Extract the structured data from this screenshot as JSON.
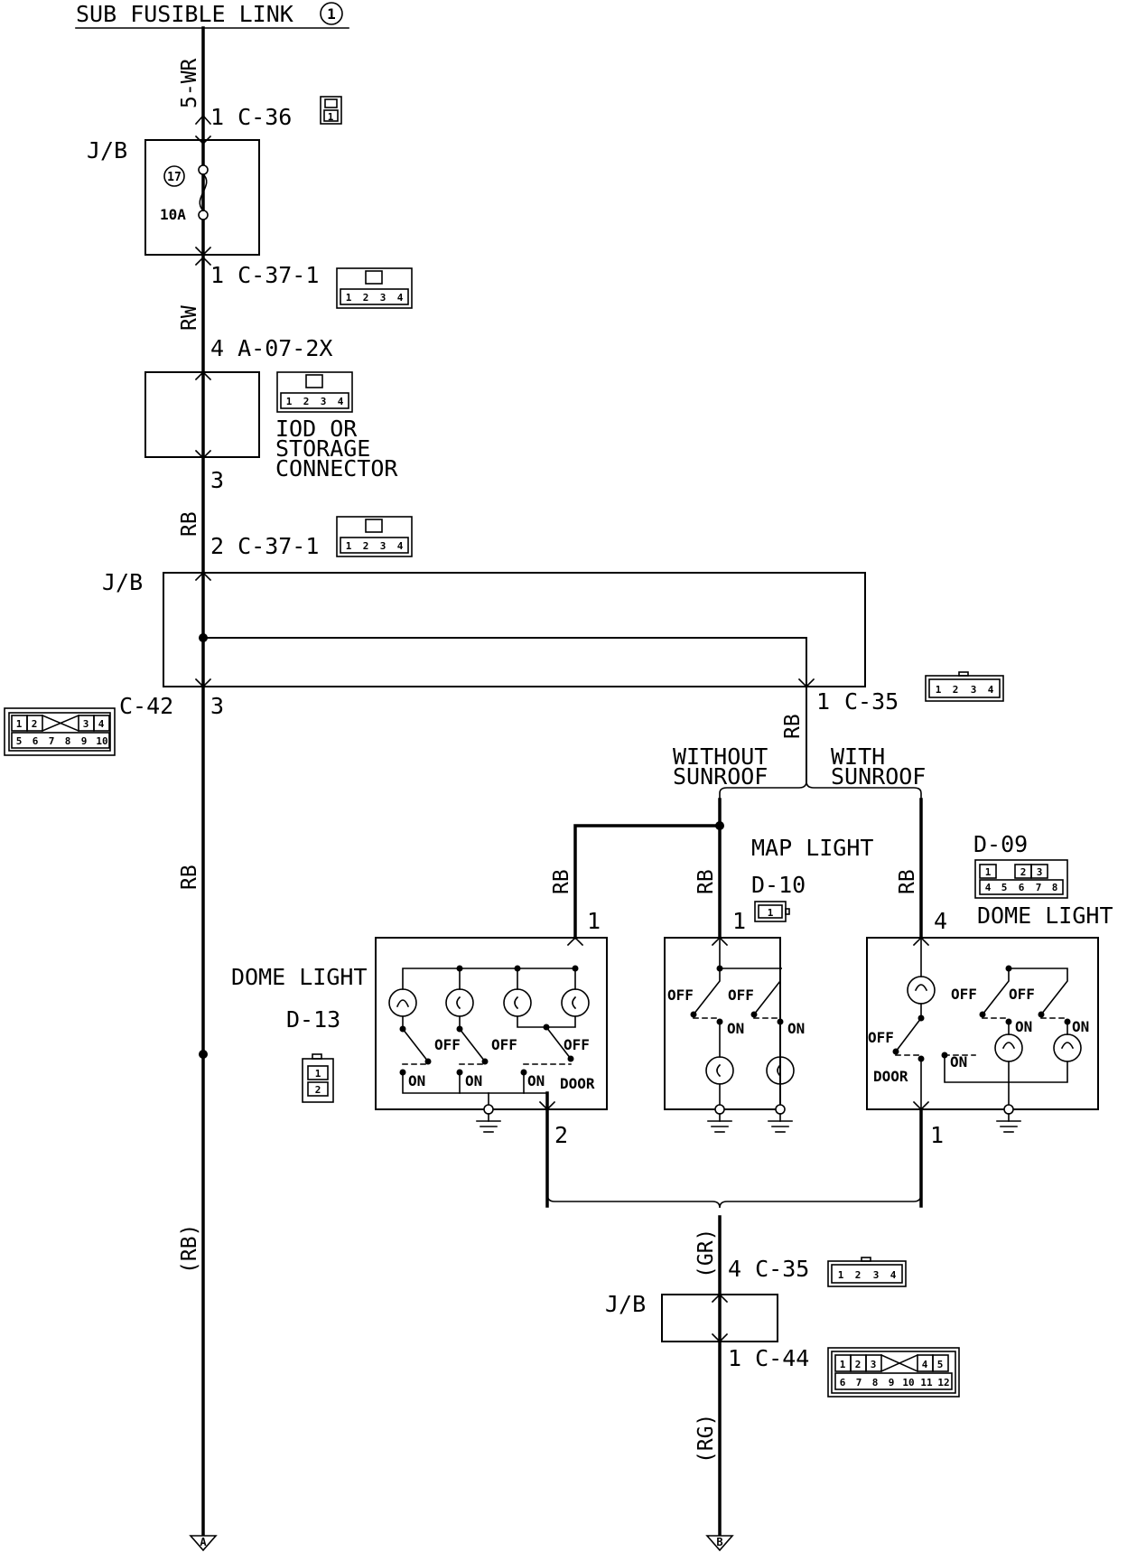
{
  "title": "SUB FUSIBLE LINK",
  "title_number": "1",
  "fuse": {
    "number": "17",
    "rating": "10A"
  },
  "labels": {
    "jb": "J/B",
    "iod_line1": "IOD OR",
    "iod_line2": "STORAGE",
    "iod_line3": "CONNECTOR",
    "without_sunroof_1": "WITHOUT",
    "without_sunroof_2": "SUNROOF",
    "with_sunroof_1": "WITH",
    "with_sunroof_2": "SUNROOF",
    "map_light": "MAP LIGHT",
    "dome_light": "DOME LIGHT",
    "off": "OFF",
    "on": "ON",
    "door": "DOOR"
  },
  "connectors": {
    "c36": "1 C-36",
    "c37_1a": "1 C-37-1",
    "a07": "4 A-07-2X",
    "a07_pin3": "3",
    "c37_1b": "2 C-37-1",
    "c42": "C-42",
    "c42_pin": "3",
    "c35a_pin": "1",
    "c35a": "C-35",
    "d10": "D-10",
    "d10_pin": "1",
    "d09": "D-09",
    "d09_pin4": "4",
    "d09_pin1": "1",
    "d13": "D-13",
    "d13_pin1": "1",
    "d13_pin2": "2",
    "c35b": "4 C-35",
    "c44": "1 C-44"
  },
  "wire_colors": {
    "w1": "5-WR",
    "w2": "RW",
    "w3": "RB",
    "w4": "RB",
    "w5": "RB",
    "w6": "RB",
    "w7": "RB",
    "w8": "RB",
    "w9": "(RB)",
    "w10": "(GR)",
    "w11": "(RG)"
  },
  "outputs": {
    "a": "A",
    "b": "B"
  },
  "connector_pins": {
    "c36": [
      "1"
    ],
    "c37_1": [
      "1",
      "2",
      "3",
      "4"
    ],
    "a07": [
      "1",
      "2",
      "3",
      "4"
    ],
    "c35": [
      "1",
      "2",
      "3",
      "4"
    ],
    "c42_top": [
      "1",
      "2",
      "3",
      "4"
    ],
    "c42_bottom": [
      "5",
      "6",
      "7",
      "8",
      "9",
      "10"
    ],
    "d09_top": [
      "1",
      "2",
      "3"
    ],
    "d09_bottom": [
      "4",
      "5",
      "6",
      "7",
      "8"
    ],
    "d10": [
      "1"
    ],
    "d13": [
      "1",
      "2"
    ],
    "c44_top": [
      "1",
      "2",
      "3",
      "4",
      "5"
    ],
    "c44_bottom": [
      "6",
      "7",
      "8",
      "9",
      "10",
      "11",
      "12"
    ]
  }
}
